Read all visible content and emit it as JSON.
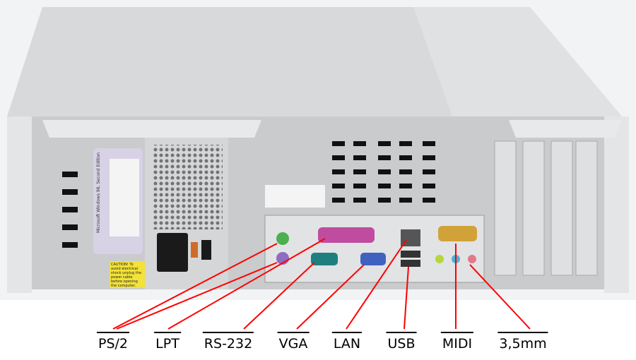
{
  "labels": [
    "PS/2",
    "LPT",
    "RS-232",
    "VGA",
    "LAN",
    "USB",
    "MIDI",
    "3,5mm"
  ],
  "stickers": {
    "os_label": "Microsoft Windows 98, Second Edition",
    "caution": "CAUTION! To avoid electrical shock unplug the power cable before opening the computer."
  },
  "colors": {
    "arrow": "#ff0000",
    "case": "#dcdcdc",
    "ps2_mouse": "#4caf50",
    "ps2_kbd": "#8e6cc0",
    "lpt": "#c04ca0",
    "serial": "#1f7f7f",
    "vga": "#3f62c0",
    "midi": "#d2a23a",
    "caution": "#f3e23a"
  }
}
